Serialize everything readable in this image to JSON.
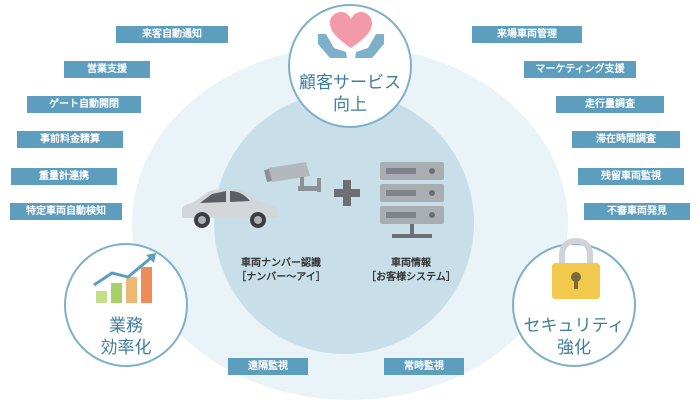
{
  "left_tags": [
    "来客自動通知",
    "営業支援",
    "ゲート自動開閉",
    "事前料金精算",
    "重量計連携",
    "特定車両自動検知"
  ],
  "right_tags": [
    "来場車両管理",
    "マーケティング支援",
    "走行量調査",
    "滞在時間調査",
    "残留車両監視",
    "不審車両発見"
  ],
  "bottom_tags": [
    "遠隔監視",
    "常時監視"
  ],
  "circles": {
    "top": {
      "line1": "顧客サービス",
      "line2": "向上"
    },
    "left": {
      "line1": "業務",
      "line2": "効率化"
    },
    "right": {
      "line1": "セキュリティ",
      "line2": "強化"
    }
  },
  "center": {
    "left": {
      "line1": "車両ナンバー認識",
      "line2": "［ナンバー～アイ］"
    },
    "right": {
      "line1": "車両情報",
      "line2": "［お客様システム］"
    }
  },
  "colors": {
    "tag_bg": "#5d9dbd",
    "circle_border": "#7fb0ca",
    "label_text": "#3f7d9d",
    "heart": "#f29aa8",
    "lock": "#f2c94c",
    "bars": [
      "#c6de8a",
      "#a8d06a",
      "#f0b877",
      "#ee8c57"
    ]
  },
  "icons": [
    "heart-hands-icon",
    "bar-chart-icon",
    "padlock-icon",
    "car-icon",
    "camera-icon",
    "plus-icon",
    "server-icon"
  ]
}
